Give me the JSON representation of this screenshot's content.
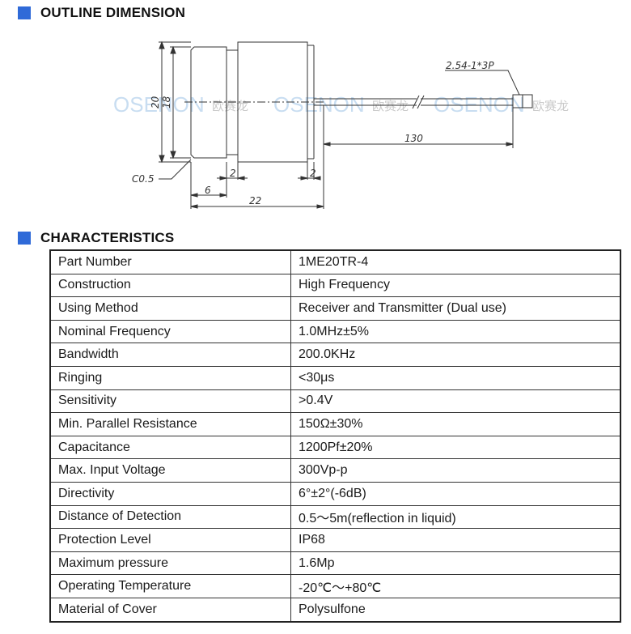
{
  "sections": {
    "outline_title": "OUTLINE DIMENSION",
    "characteristics_title": "CHARACTERISTICS"
  },
  "drawing": {
    "dims": {
      "d20": "20",
      "d18": "18",
      "chamfer": "C0.5",
      "gap2a": "2",
      "gap2b": "2",
      "len6": "6",
      "len22": "22",
      "cable130": "130",
      "connector": "2.54-1*3P"
    },
    "watermark": {
      "brand": "OSENON",
      "cn": "欧赛龙"
    }
  },
  "characteristics": [
    {
      "key": "Part Number",
      "value": "1ME20TR-4"
    },
    {
      "key": "Construction",
      "value": "High Frequency"
    },
    {
      "key": "Using Method",
      "value": "Receiver and Transmitter (Dual use)"
    },
    {
      "key": "Nominal Frequency",
      "value": "1.0MHz±5%"
    },
    {
      "key": "Bandwidth",
      "value": "200.0KHz"
    },
    {
      "key": "Ringing",
      "value": "<30μs"
    },
    {
      "key": "Sensitivity",
      "value": ">0.4V"
    },
    {
      "key": "Min. Parallel Resistance",
      "value": "150Ω±30%"
    },
    {
      "key": "Capacitance",
      "value": "1200Pf±20%"
    },
    {
      "key": "Max. Input Voltage",
      "value": "300Vp-p"
    },
    {
      "key": "Directivity",
      "value": "6°±2°(-6dB)"
    },
    {
      "key": "Distance of Detection",
      "value": "0.5～5m(reflection in liquid)"
    },
    {
      "key": "Protection Level",
      "value": "IP68"
    },
    {
      "key": "Maximum pressure",
      "value": "1.6Mp"
    },
    {
      "key": "Operating Temperature",
      "value": "-20℃～+80℃"
    },
    {
      "key": "Material of Cover",
      "value": "Polysulfone"
    }
  ]
}
